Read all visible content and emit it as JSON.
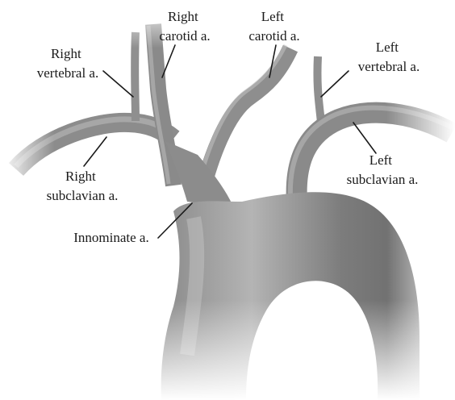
{
  "labels": {
    "right_carotid": [
      "Right",
      "carotid a."
    ],
    "left_carotid": [
      "Left",
      "carotid a."
    ],
    "right_vertebral": [
      "Right",
      "vertebral a."
    ],
    "left_vertebral": [
      "Left",
      "vertebral a."
    ],
    "right_subclavian": [
      "Right",
      "subclavian a."
    ],
    "left_subclavian": [
      "Left",
      "subclavian a."
    ],
    "innominate": "Innominate a."
  },
  "colors": {
    "vessel_dark": "#6e6e6e",
    "vessel_mid": "#9a9a9a",
    "vessel_light": "#c9c9c9",
    "text": "#1a1a1a",
    "background": "#ffffff"
  }
}
